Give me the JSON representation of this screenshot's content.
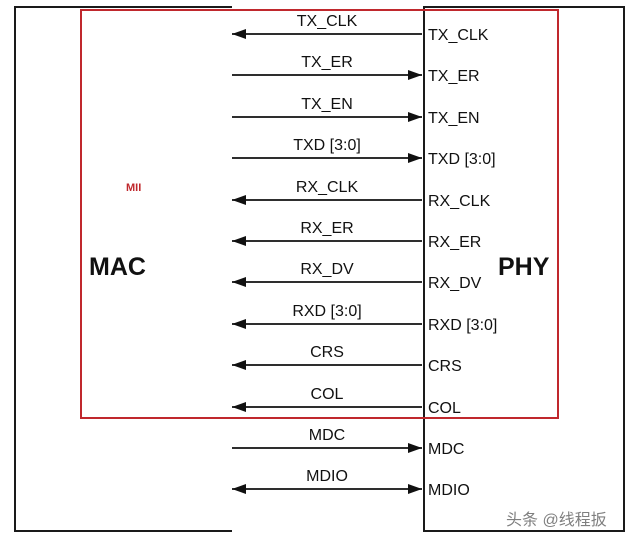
{
  "mac": {
    "label": "MAC"
  },
  "phy": {
    "label": "PHY"
  },
  "mii": {
    "label": "MII"
  },
  "signals": [
    {
      "wire_label": "TX_CLK",
      "phy_label": "TX_CLK",
      "direction": "to-mac"
    },
    {
      "wire_label": "TX_ER",
      "phy_label": "TX_ER",
      "direction": "to-phy"
    },
    {
      "wire_label": "TX_EN",
      "phy_label": "TX_EN",
      "direction": "to-phy"
    },
    {
      "wire_label": "TXD [3:0]",
      "phy_label": "TXD [3:0]",
      "direction": "to-phy"
    },
    {
      "wire_label": "RX_CLK",
      "phy_label": "RX_CLK",
      "direction": "to-mac"
    },
    {
      "wire_label": "RX_ER",
      "phy_label": "RX_ER",
      "direction": "to-mac"
    },
    {
      "wire_label": "RX_DV",
      "phy_label": "RX_DV",
      "direction": "to-mac"
    },
    {
      "wire_label": "RXD [3:0]",
      "phy_label": "RXD [3:0]",
      "direction": "to-mac"
    },
    {
      "wire_label": "CRS",
      "phy_label": "CRS",
      "direction": "to-mac"
    },
    {
      "wire_label": "COL",
      "phy_label": "COL",
      "direction": "to-mac"
    },
    {
      "wire_label": "MDC",
      "phy_label": "MDC",
      "direction": "to-phy"
    },
    {
      "wire_label": "MDIO",
      "phy_label": "MDIO",
      "direction": "bidirectional"
    }
  ],
  "watermark": {
    "text": "头条 @线程扳"
  },
  "colors": {
    "mii_border": "#c0282d",
    "line": "#111111"
  }
}
